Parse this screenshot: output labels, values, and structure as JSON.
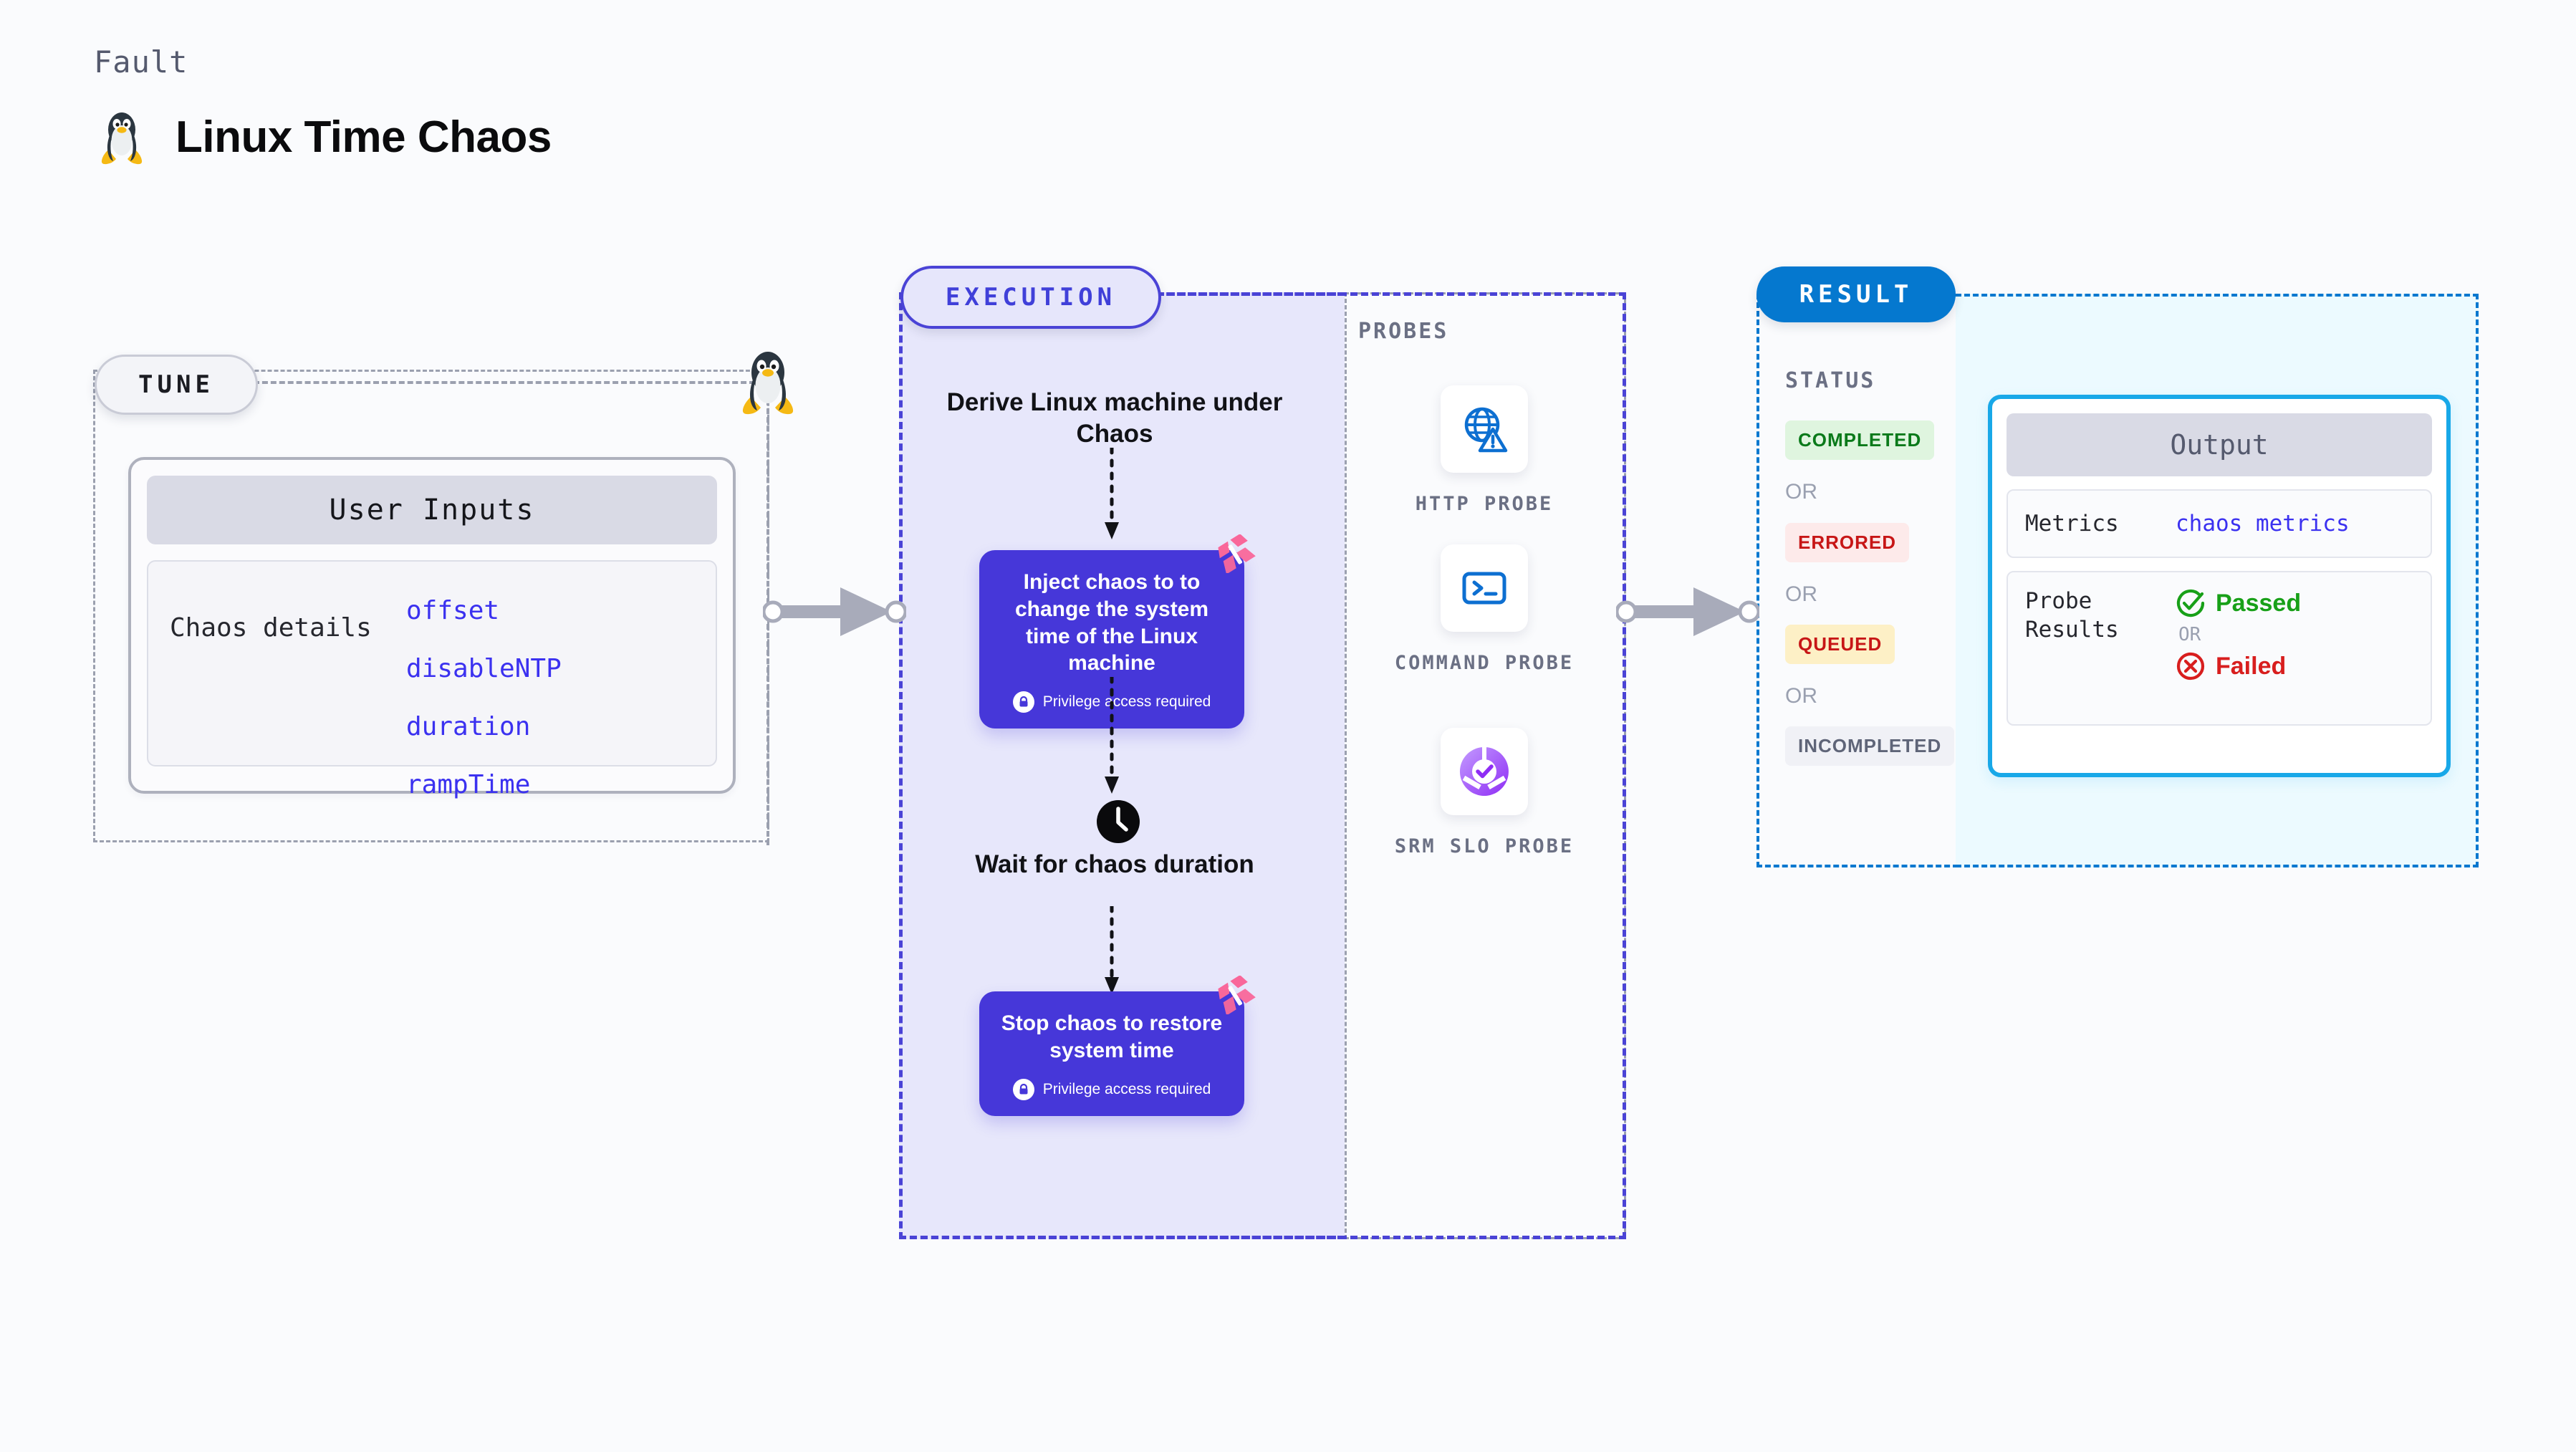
{
  "header": {
    "eyebrow": "Fault",
    "title": "Linux Time Chaos",
    "icon": "linux-penguin-icon"
  },
  "tune": {
    "pill_label": "TUNE",
    "user_inputs_title": "User Inputs",
    "chaos_details_label": "Chaos details",
    "chaos_details_values": [
      "offset",
      "disableNTP",
      "duration",
      "rampTime"
    ],
    "junction_icon": "linux-penguin-icon"
  },
  "execution": {
    "pill_label": "EXECUTION",
    "steps": [
      {
        "type": "title",
        "text": "Derive Linux machine under Chaos"
      },
      {
        "type": "block",
        "text": "Inject chaos to to change the system time of the Linux machine",
        "privilege": "Privilege access required",
        "badge": "harness-logo-icon"
      },
      {
        "type": "title",
        "text": "Wait for chaos duration",
        "icon": "clock-icon"
      },
      {
        "type": "block",
        "text": "Stop chaos to restore system time",
        "privilege": "Privilege access required",
        "badge": "harness-logo-icon"
      }
    ]
  },
  "probes": {
    "section_label": "PROBES",
    "items": [
      {
        "label": "HTTP PROBE",
        "icon": "globe-warning-icon"
      },
      {
        "label": "COMMAND PROBE",
        "icon": "terminal-prompt-icon"
      },
      {
        "label": "SRM SLO PROBE",
        "icon": "slo-donut-check-icon"
      }
    ]
  },
  "result": {
    "pill_label": "RESULT",
    "status_label": "STATUS",
    "or_label": "OR",
    "statuses": [
      {
        "label": "COMPLETED",
        "bg": "#dff5df",
        "color": "#0a7a1a"
      },
      {
        "label": "ERRORED",
        "bg": "#fdeaea",
        "color": "#c71616"
      },
      {
        "label": "QUEUED",
        "bg": "#fdf0c6",
        "color": "#c71616"
      },
      {
        "label": "INCOMPLETED",
        "bg": "#f0f1f6",
        "color": "#5f6578"
      }
    ],
    "output": {
      "title": "Output",
      "metrics_label": "Metrics",
      "metrics_value": "chaos metrics",
      "probe_results_label": "Probe Results",
      "passed_label": "Passed",
      "failed_label": "Failed",
      "or_label": "OR"
    }
  },
  "colors": {
    "accent_purple": "#4637d9",
    "accent_blue": "#0578cf",
    "cyan": "#18a8e8",
    "code_blue": "#3b31f0",
    "pink_badge": "#f9679a",
    "grey_text": "#6b7084",
    "background": "#fafbfd"
  }
}
